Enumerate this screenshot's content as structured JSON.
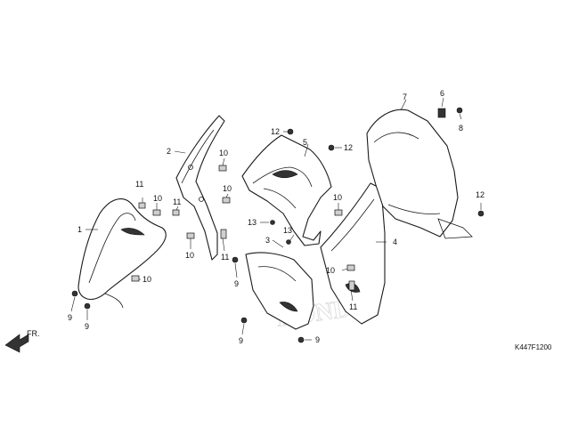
{
  "diagram_code": "K447F1200",
  "front_marker": "FR.",
  "watermark_text": "HONDA",
  "callouts": {
    "c1": "1",
    "c2": "2",
    "c3": "3",
    "c4": "4",
    "c5": "5",
    "c6": "6",
    "c7": "7",
    "c8": "8",
    "c9a": "9",
    "c9b": "9",
    "c9c": "9",
    "c9d": "9",
    "c9e": "9",
    "c10a": "10",
    "c10b": "10",
    "c10c": "10",
    "c10d": "10",
    "c10e": "10",
    "c10f": "10",
    "c10g": "10",
    "c11a": "11",
    "c11b": "11",
    "c11c": "11",
    "c11d": "11",
    "c12a": "12",
    "c12b": "12",
    "c12c": "12",
    "c13a": "13",
    "c13b": "13"
  },
  "colors": {
    "line": "#1a1a1a",
    "clip_fill": "#cfcfcf",
    "background": "#ffffff"
  }
}
